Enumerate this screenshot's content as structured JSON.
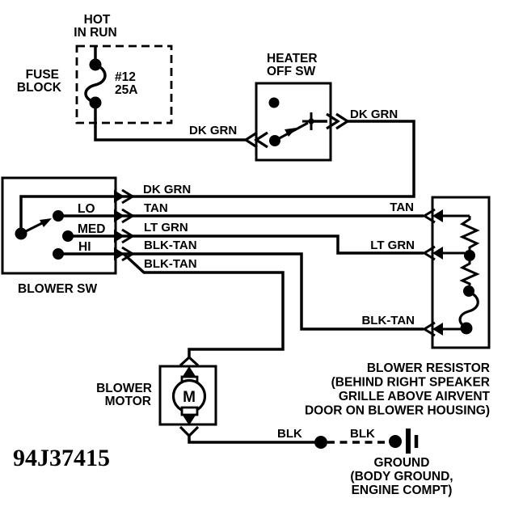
{
  "diagram_id": "94J37415",
  "colors": {
    "ink": "#000000",
    "paper": "#ffffff"
  },
  "fuse_block": {
    "feed_line1": "HOT",
    "feed_line2": "IN RUN",
    "label_line1": "FUSE",
    "label_line2": "BLOCK",
    "rating_line1": "#12",
    "rating_line2": "25A"
  },
  "heater_off_switch": {
    "label_line1": "HEATER",
    "label_line2": "OFF SW"
  },
  "blower_switch": {
    "label": "BLOWER SW",
    "positions": [
      "LO",
      "MED",
      "HI"
    ]
  },
  "blower_motor": {
    "label_line1": "BLOWER",
    "label_line2": "MOTOR",
    "symbol": "M"
  },
  "blower_resistor": {
    "note_line1": "BLOWER RESISTOR",
    "note_line2": "(BEHIND RIGHT SPEAKER",
    "note_line3": "GRILLE ABOVE AIRVENT",
    "note_line4": "DOOR ON BLOWER HOUSING)"
  },
  "ground": {
    "label_line1": "GROUND",
    "label_line2": "(BODY GROUND,",
    "label_line3": "ENGINE COMPT)"
  },
  "wire_labels": {
    "fuse_to_heater": "DK GRN",
    "heater_out": "DK GRN",
    "to_blower_switch": "DK GRN",
    "lo_tan_left": "TAN",
    "lo_tan_right": "TAN",
    "med_lt_grn_left": "LT GRN",
    "med_lt_grn_right": "LT GRN",
    "hi_blk_tan": "BLK-TAN",
    "motor_blk_tan": "BLK-TAN",
    "resistor_blk_tan": "BLK-TAN",
    "motor_ground_blk": "BLK",
    "body_ground_blk": "BLK"
  }
}
